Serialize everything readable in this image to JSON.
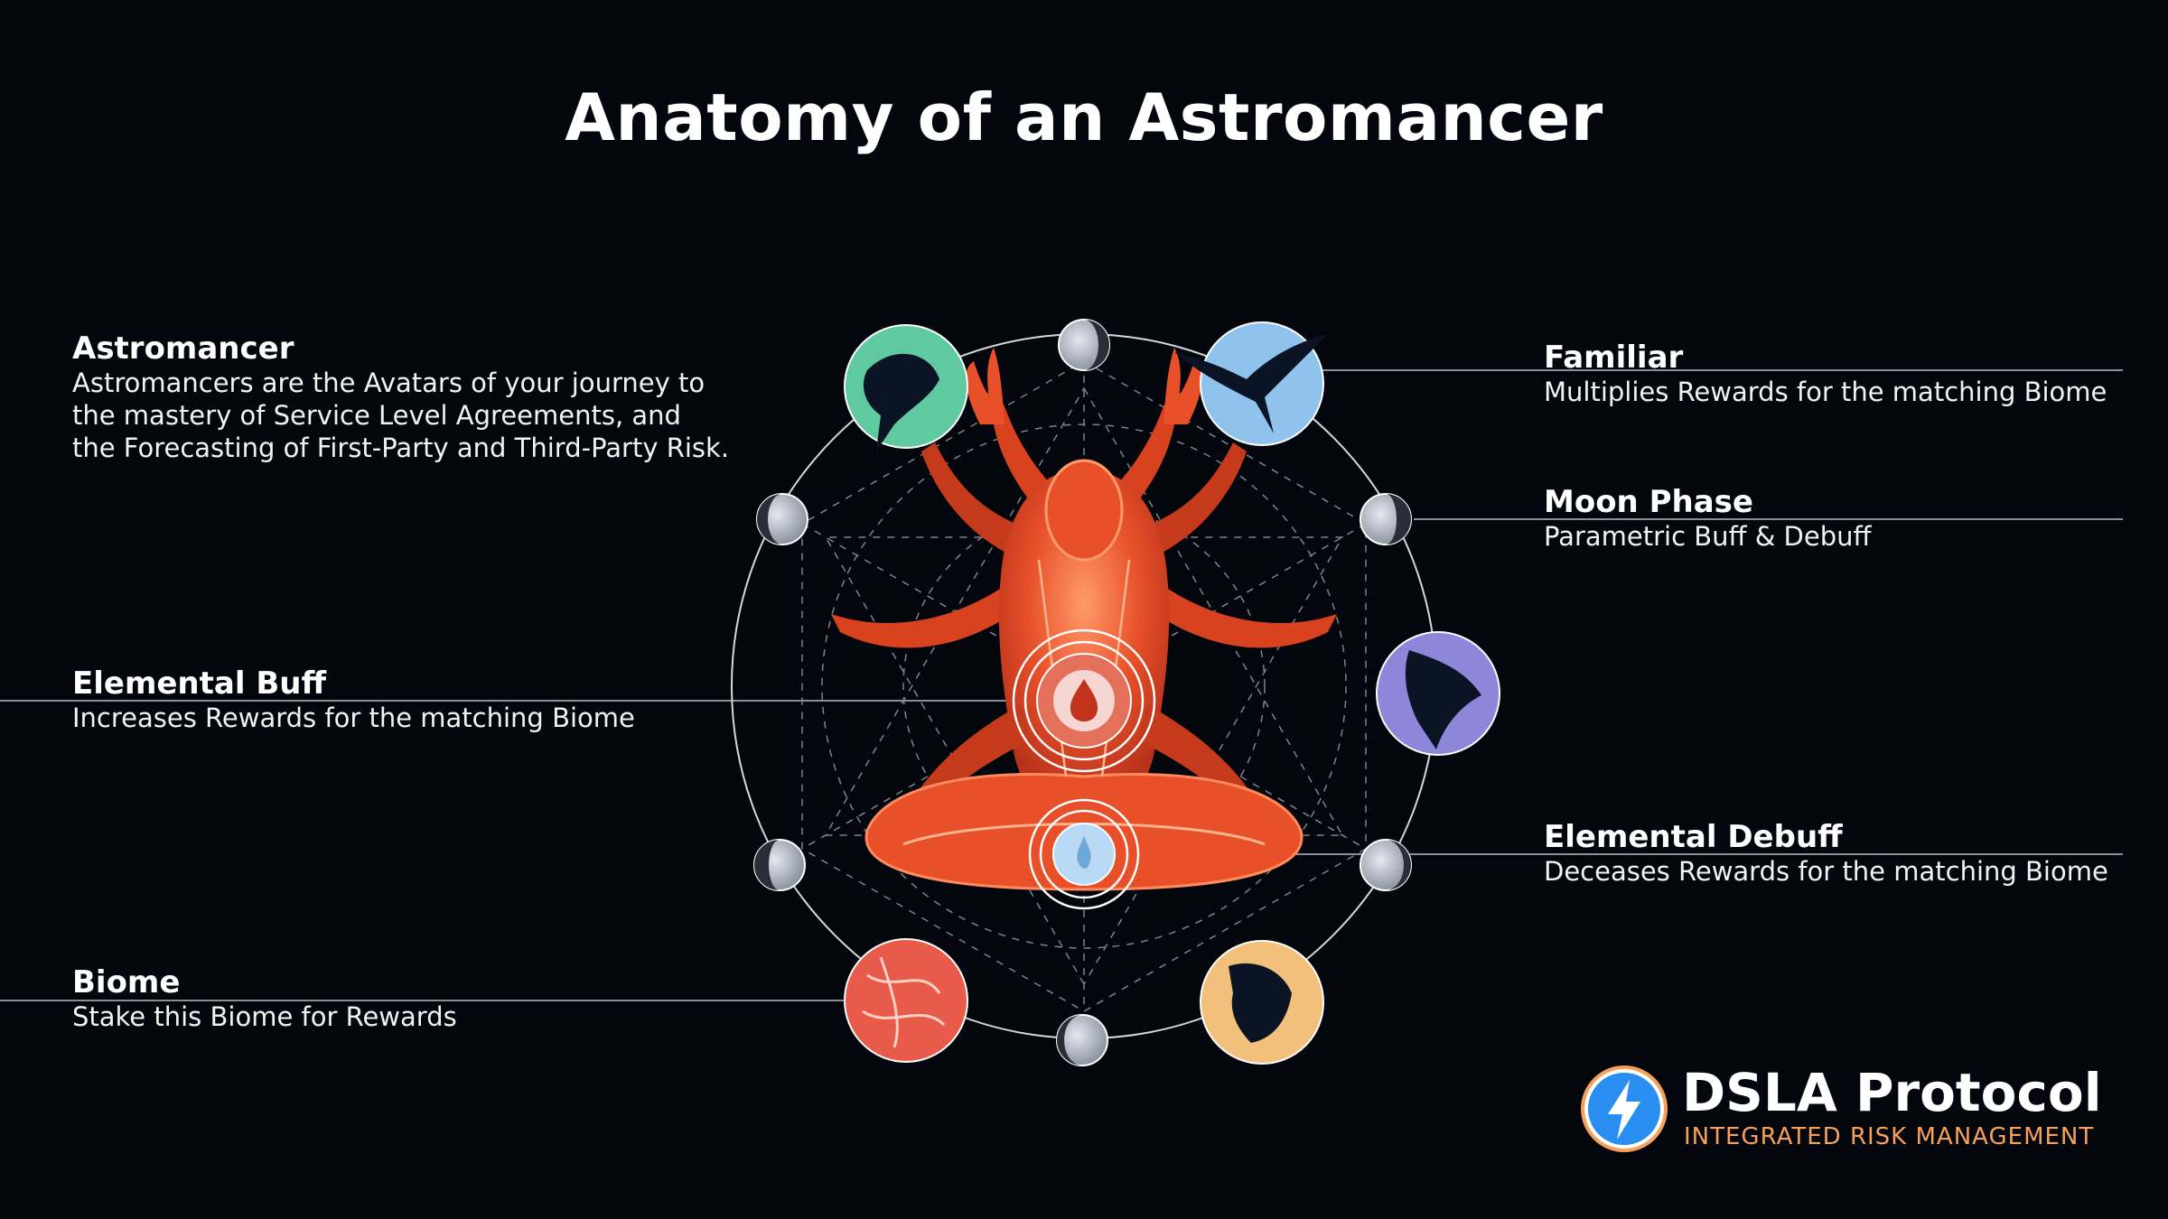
{
  "title": "Anatomy of an Astromancer",
  "labels": {
    "astromancer": {
      "heading": "Astromancer",
      "lines": [
        "Astromancers are the Avatars of your journey to",
        "the mastery of Service Level Agreements, and",
        "the Forecasting of First-Party and Third-Party Risk."
      ]
    },
    "elemental_buff": {
      "heading": "Elemental Buff",
      "description": "Increases Rewards for the matching Biome"
    },
    "biome": {
      "heading": "Biome",
      "description": "Stake this Biome for Rewards"
    },
    "familiar": {
      "heading": "Familiar",
      "description": "Multiplies Rewards for the matching Biome"
    },
    "moon_phase": {
      "heading": "Moon Phase",
      "description": "Parametric Buff & Debuff"
    },
    "elemental_debuff": {
      "heading": "Elemental Debuff",
      "description": "Deceases Rewards for the matching Biome"
    }
  },
  "brand": {
    "name": "DSLA Protocol",
    "tagline": "INTEGRATED RISK MANAGEMENT"
  },
  "colors": {
    "background": "#03060c",
    "figure": "#e8502a",
    "figure_light": "#ff8a5c",
    "accent_orange": "#f6a15b",
    "logo_blue": "#2a8ef0",
    "biome_red": "#e85a4a",
    "familiar_blue": "#8fc3ee",
    "green_orb": "#5fc9a0",
    "purple_orb": "#8e86d8",
    "gold_orb": "#f2c07a"
  },
  "icons": {
    "logo": "lightning-bolt-icon",
    "familiar_top_right": "crane-constellation-icon",
    "familiar_top_left": "raven-constellation-icon",
    "familiar_right": "dragon-constellation-icon",
    "familiar_bottom_right": "bear-constellation-icon"
  }
}
